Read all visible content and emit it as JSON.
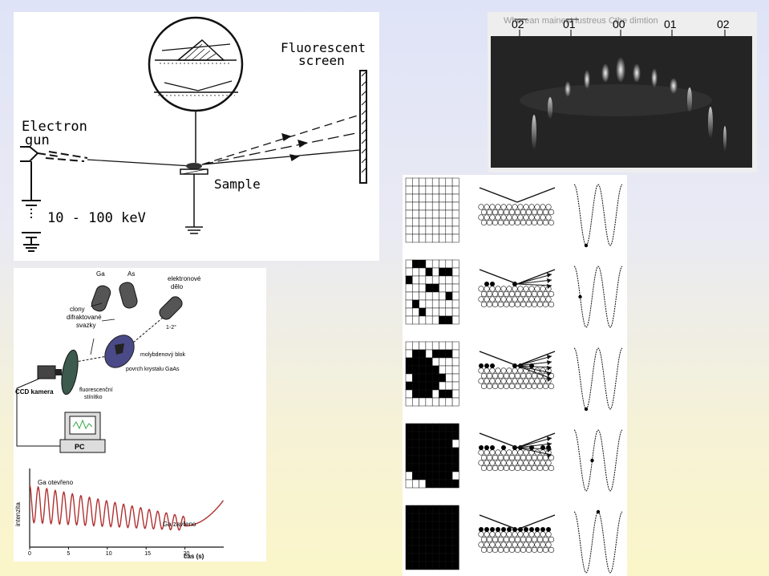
{
  "rheed_schematic": {
    "electron_gun": [
      "Electron",
      "gun"
    ],
    "fluorescent_screen": [
      "Fluorescent",
      "screen"
    ],
    "sample": "Sample",
    "voltage": "10 - 100 keV"
  },
  "diffraction_pattern": {
    "labels": [
      "0̅2̅",
      "0̅1̅",
      "00",
      "01",
      "02"
    ],
    "background_text": "Wherean mainest lustreus Cthe dimtion"
  },
  "mbe_setup": {
    "ga": "Ga",
    "as": "As",
    "electron_gun": [
      "elektronové",
      "dělo"
    ],
    "shutters": [
      "clony",
      "difraktované",
      "svazky"
    ],
    "angle": "1-2°",
    "molybdenum_block": "molybdenový blok",
    "crystal_surface": "povrch krystalu GaAs",
    "ccd_camera": "CCD kamera",
    "fluorescent_screen": [
      "fluorescenční",
      "stínítko"
    ],
    "pc": "PC"
  },
  "oscillation_plot": {
    "ga_open": "Ga otevřeno",
    "ga_closed": "Ga zavřeno",
    "ylabel": "intenzita",
    "xlabel": "čas (s)",
    "xticks": [
      "0",
      "5",
      "10",
      "15",
      "20"
    ]
  },
  "chart_data": {
    "type": "line",
    "xlabel": "čas (s)",
    "ylabel": "intenzita",
    "xlim": [
      0,
      25
    ],
    "annotations": [
      "Ga otevřeno",
      "Ga zavřeno"
    ],
    "series": [
      {
        "period_s": 1.1,
        "shutter_closed_at_s": 20,
        "values_note": "",
        "x": [
          0,
          1.1,
          2.2,
          3.3,
          4.4,
          5.5,
          6.6,
          7.7,
          8.8,
          9.9,
          11,
          12.1,
          13.2,
          14.3,
          15.4,
          16.5,
          17.6,
          18.7,
          19.8,
          21,
          22,
          23,
          24
        ],
        "y": [
          0.95,
          0.9,
          0.85,
          0.8,
          0.74,
          0.7,
          0.65,
          0.6,
          0.56,
          0.52,
          0.49,
          0.46,
          0.43,
          0.4,
          0.38,
          0.36,
          0.34,
          0.33,
          0.32,
          0.28,
          0.3,
          0.38,
          0.5
        ]
      }
    ]
  },
  "growth_stages": {
    "rows": [
      {
        "coverage": 0,
        "intensity_position": 0.5
      },
      {
        "coverage": 0.25,
        "intensity_position": 0.25
      },
      {
        "coverage": 0.5,
        "intensity_position": 0.5
      },
      {
        "coverage": 0.75,
        "intensity_position": 0.75
      },
      {
        "coverage": 1,
        "intensity_position": 1
      }
    ]
  }
}
